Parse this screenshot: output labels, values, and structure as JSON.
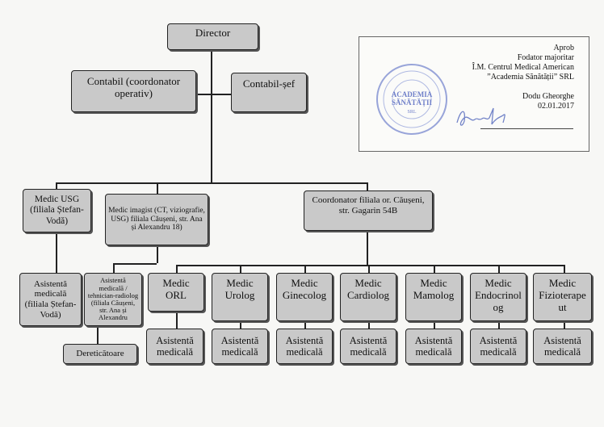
{
  "approval": {
    "line1": "Aprob",
    "line2": "Fodator majoritar",
    "line3": "Î.M. Centrul Medical American",
    "line4": "”Academia Sănătății” SRL",
    "line5": "Dodu Gheorghe",
    "line6": "02.01.2017",
    "seal_center_line1": "ACADEMIA",
    "seal_center_line2": "SĂNĂTĂȚII",
    "seal_small": "SRL"
  },
  "org": {
    "director": "Director",
    "contabil_coord": "Contabil (coordonator operativ)",
    "contabil_sef": "Contabil-șef",
    "medic_usg": "Medic USG (filiala Ștefan-Vodă)",
    "medic_imagist": "Medic imagist (CT, viziografie, USG) filiala Căușeni, str. Ana și Alexandru 18)",
    "coordonator": "Coordonator filiala or. Căușeni, str. Gagarin 54B",
    "asist_stefan": "Asistentă medicală (filiala Ștefan-Vodă)",
    "asist_radiolog": "Asistentă medicală / tehnician-radiolog (filiala Căușeni, str. Ana și Alexandru",
    "dereticatoare": "Dereticătoare",
    "medic_orl": "Medic ORL",
    "medic_urolog": "Medic Urolog",
    "medic_ginecolog": "Medic Ginecolog",
    "medic_cardiolog": "Medic Cardiolog",
    "medic_mamolog": "Medic Mamolog",
    "medic_endocrinolog": "Medic Endocrinol og",
    "medic_fizioterapeut": "Medic Fizioterape ut",
    "asistenta_medicala": "Asistentă medicală"
  }
}
